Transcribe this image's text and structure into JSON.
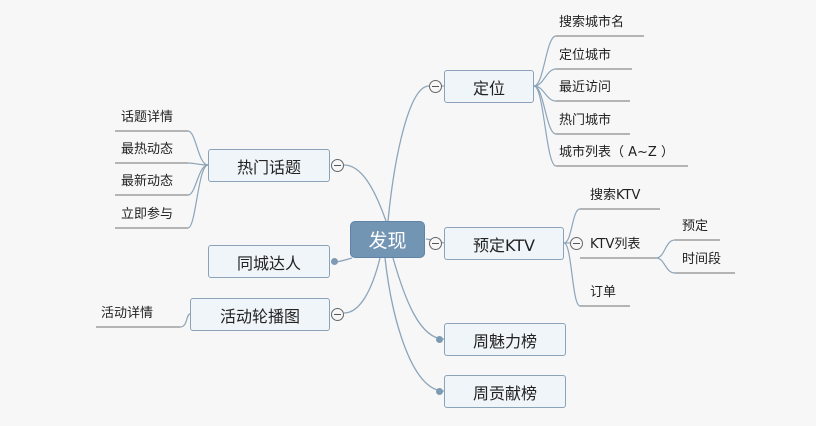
{
  "root": {
    "label": "发现"
  },
  "branches": {
    "location": {
      "label": "定位",
      "children": [
        "搜索城市名",
        "定位城市",
        "最近访问",
        "热门城市",
        "城市列表（ A~Z ）"
      ]
    },
    "ktv": {
      "label": "预定KTV",
      "children": [
        {
          "label": "搜索KTV"
        },
        {
          "label": "KTV列表",
          "children": [
            "预定",
            "时间段"
          ]
        },
        {
          "label": "订单"
        }
      ]
    },
    "weekly_charm": {
      "label": "周魅力榜"
    },
    "weekly_contribution": {
      "label": "周贡献榜"
    },
    "hot_topics": {
      "label": "热门话题",
      "children": [
        "话题详情",
        "最热动态",
        "最新动态",
        "立即参与"
      ]
    },
    "local_experts": {
      "label": "同城达人"
    },
    "carousel": {
      "label": "活动轮播图",
      "children": [
        "活动详情"
      ]
    }
  },
  "colors": {
    "connector": "#8ca5ba",
    "node_fill": "#f0f5f9",
    "node_border": "#8ba3b8",
    "root_fill": "#7395b4",
    "underline": "#8b8b8b",
    "collapse_toggle": "#666666"
  }
}
